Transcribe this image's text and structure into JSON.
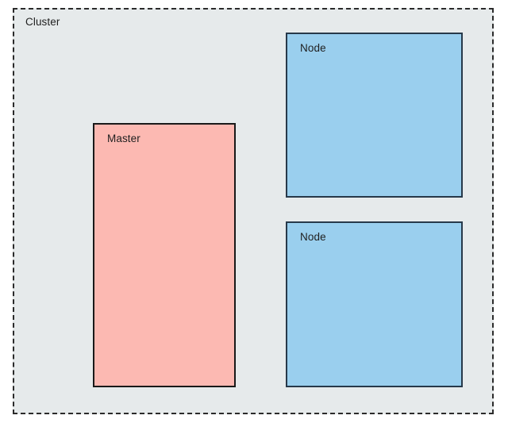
{
  "diagram": {
    "type": "architecture-diagram",
    "background_color": "#ffffff",
    "cluster": {
      "label": "Cluster",
      "fill_color": "#e6eaeb",
      "border_color": "#2b2b2b",
      "border_style": "dashed"
    },
    "boxes": [
      {
        "id": "master",
        "label": "Master",
        "role": "master",
        "fill_color": "#fcb9b2",
        "border_color": "#191919"
      },
      {
        "id": "node-1",
        "label": "Node",
        "role": "node",
        "fill_color": "#9acfee",
        "border_color": "#27394a"
      },
      {
        "id": "node-2",
        "label": "Node",
        "role": "node",
        "fill_color": "#9acfee",
        "border_color": "#27394a"
      }
    ]
  }
}
